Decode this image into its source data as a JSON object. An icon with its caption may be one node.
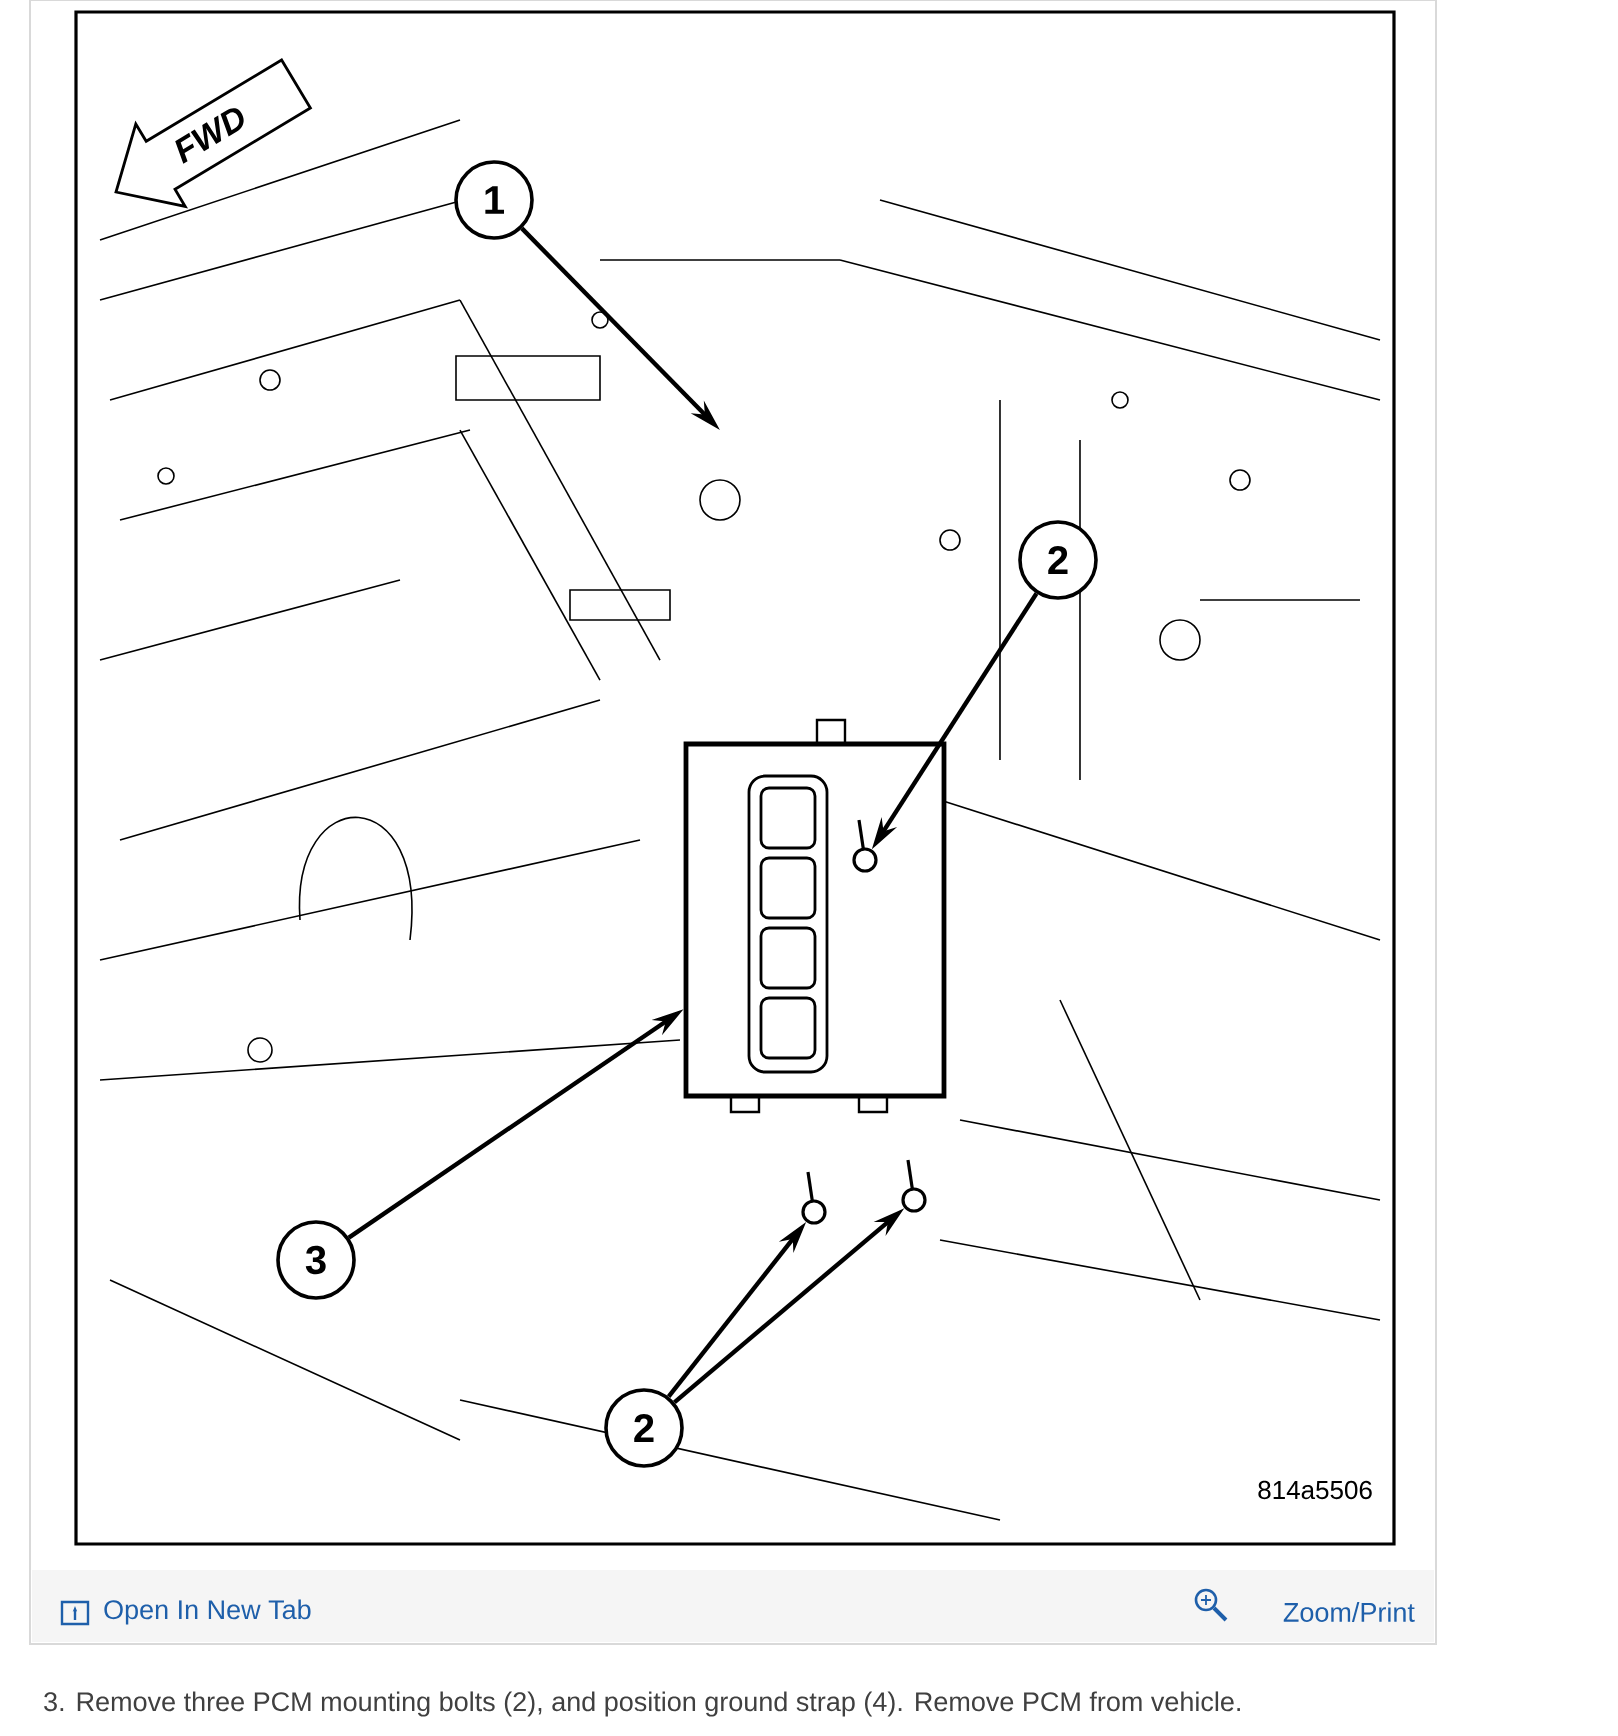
{
  "diagram": {
    "caption": "3. Remove three PCM mounting bolts (2), and position ground strap (4). Remove PCM from vehicle.",
    "nodes": [
      {
        "text": [
          "1"
        ]
      },
      {
        "text": [
          "2"
        ]
      },
      {
        "text": [],
        "shape": "picture",
        "in": 3
      },
      {
        "text": [],
        "shape": "picture"
      },
      {
        "text": [
          "3"
        ]
      },
      {
        "text": [
          "2"
        ]
      },
      {
        "text": [],
        "shape": "picture"
      },
      {
        "text": [],
        "shape": "picture"
      }
    ],
    "edges": [
      {
        "from": 0,
        "to": null,
        "arrow": "to"
      },
      {
        "from": 1,
        "to": 2,
        "arrow": "to"
      },
      {
        "from": 4,
        "to": 3,
        "arrow": "to"
      },
      {
        "from": 5,
        "to": 6,
        "arrow": "to"
      },
      {
        "from": 5,
        "to": 7,
        "arrow": "to"
      }
    ],
    "labels": [
      "FWD",
      "814a5506",
      "Open In New Tab",
      "Zoom/Print"
    ]
  }
}
